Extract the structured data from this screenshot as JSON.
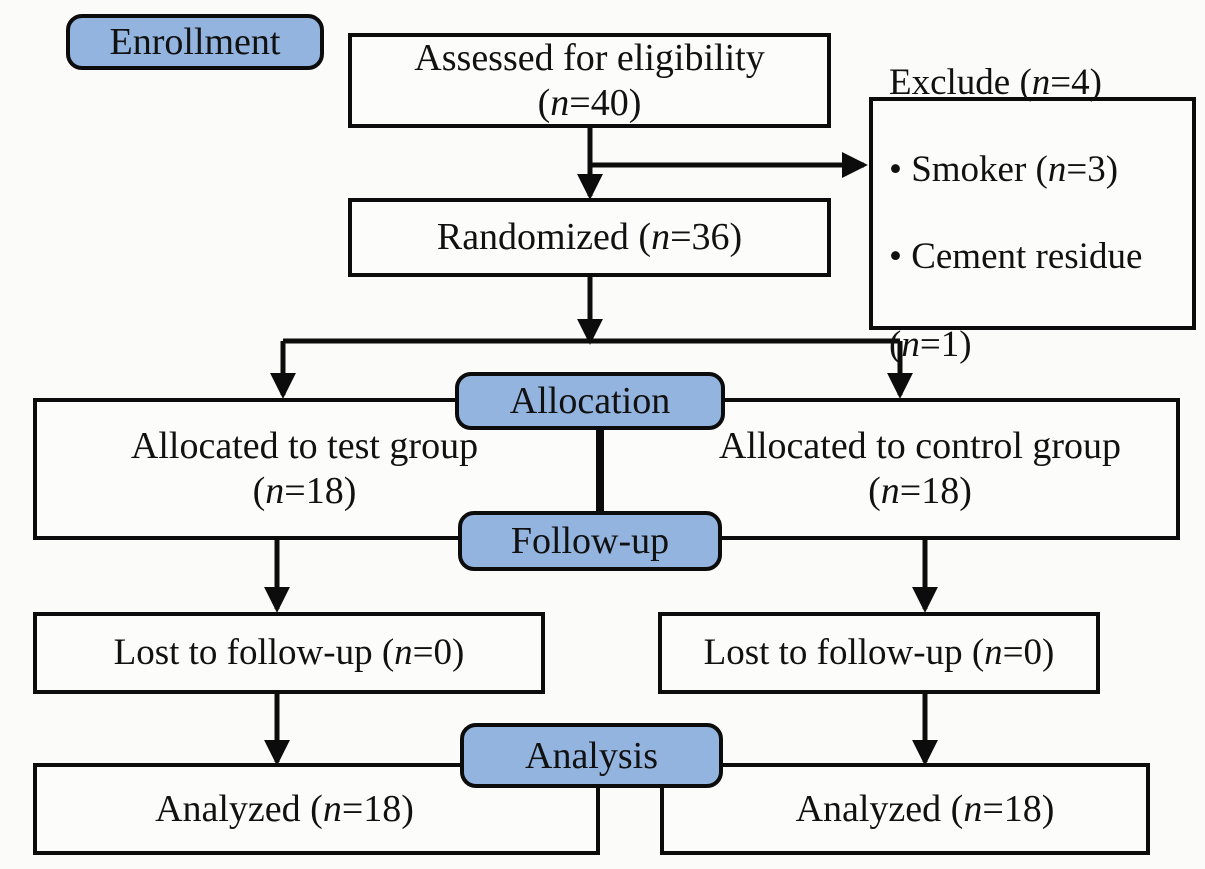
{
  "diagram": {
    "title": "CONSORT participant flow diagram",
    "accent_color": "#93b4de",
    "border_color": "#0c0c0c",
    "background_color": "#fbfbfa"
  },
  "stage_badges": {
    "enrollment": "Enrollment",
    "allocation": "Allocation",
    "followup": "Follow-up",
    "analysis": "Analysis"
  },
  "nodes": {
    "assessed": {
      "line1": "Assessed for eligibility",
      "line2_pre": "(",
      "line2_n": "n",
      "line2_post": "=40)"
    },
    "randomized": {
      "pre": "Randomized (",
      "n": "n",
      "post": "=36)"
    },
    "exclude": {
      "heading_pre": "Exclude (",
      "heading_n": "n",
      "heading_post": "=4)",
      "bullet1_pre": "• Smoker (",
      "bullet1_n": "n",
      "bullet1_post": "=3)",
      "bullet2_pre": "• Cement residue",
      "bullet2_line2_pre": "(",
      "bullet2_n": "n",
      "bullet2_post": "=1)"
    },
    "alloc_test": {
      "line1": "Allocated to test group",
      "line2_pre": "(",
      "line2_n": "n",
      "line2_post": "=18)"
    },
    "alloc_control": {
      "line1": "Allocated to control group",
      "line2_pre": "(",
      "line2_n": "n",
      "line2_post": "=18)"
    },
    "lost_test": {
      "pre": "Lost to follow-up (",
      "n": "n",
      "post": "=0)"
    },
    "lost_control": {
      "pre": "Lost to follow-up (",
      "n": "n",
      "post": "=0)"
    },
    "analyzed_test": {
      "pre": "Analyzed (",
      "n": "n",
      "post": "=18)"
    },
    "analyzed_control": {
      "pre": "Analyzed (",
      "n": "n",
      "post": "=18)"
    }
  },
  "flow_counts": {
    "assessed_for_eligibility": 40,
    "excluded_total": 4,
    "excluded_smoker": 3,
    "excluded_cement_residue": 1,
    "randomized": 36,
    "allocated_test": 18,
    "allocated_control": 18,
    "lost_to_followup_test": 0,
    "lost_to_followup_control": 0,
    "analyzed_test": 18,
    "analyzed_control": 18
  }
}
